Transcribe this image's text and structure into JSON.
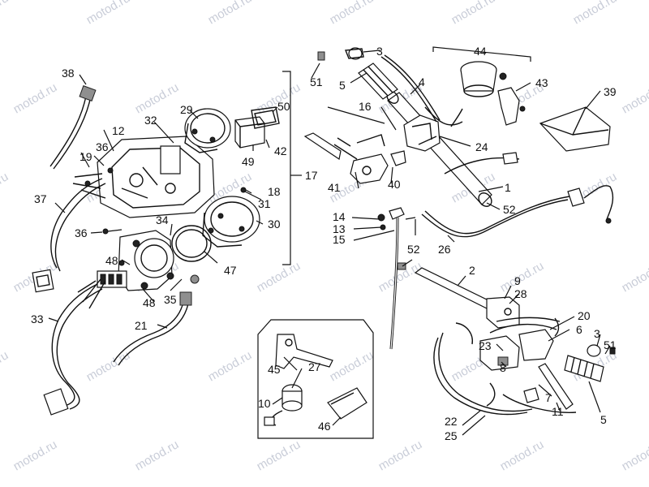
{
  "watermark": "motod.ru",
  "labels": {
    "l1": "1",
    "l2": "2",
    "l3a": "3",
    "l3b": "3",
    "l4": "4",
    "l5a": "5",
    "l5b": "5",
    "l6": "6",
    "l7": "7",
    "l8": "8",
    "l9": "9",
    "l10": "10",
    "l11": "11",
    "l12": "12",
    "l13": "13",
    "l14": "14",
    "l15": "15",
    "l16": "16",
    "l17": "17",
    "l18": "18",
    "l19": "19",
    "l20": "20",
    "l21": "21",
    "l22": "22",
    "l23": "23",
    "l24": "24",
    "l25": "25",
    "l26": "26",
    "l27": "27",
    "l28": "28",
    "l29": "29",
    "l30": "30",
    "l31": "31",
    "l32": "32",
    "l33": "33",
    "l34": "34",
    "l35": "35",
    "l36a": "36",
    "l36b": "36",
    "l37": "37",
    "l38": "38",
    "l39": "39",
    "l40": "40",
    "l41": "41",
    "l42": "42",
    "l43": "43",
    "l44": "44",
    "l45": "45",
    "l46": "46",
    "l47": "47",
    "l48a": "48",
    "l48b": "48",
    "l49": "49",
    "l50": "50",
    "l51a": "51",
    "l51b": "51",
    "l52a": "52",
    "l52b": "52"
  }
}
